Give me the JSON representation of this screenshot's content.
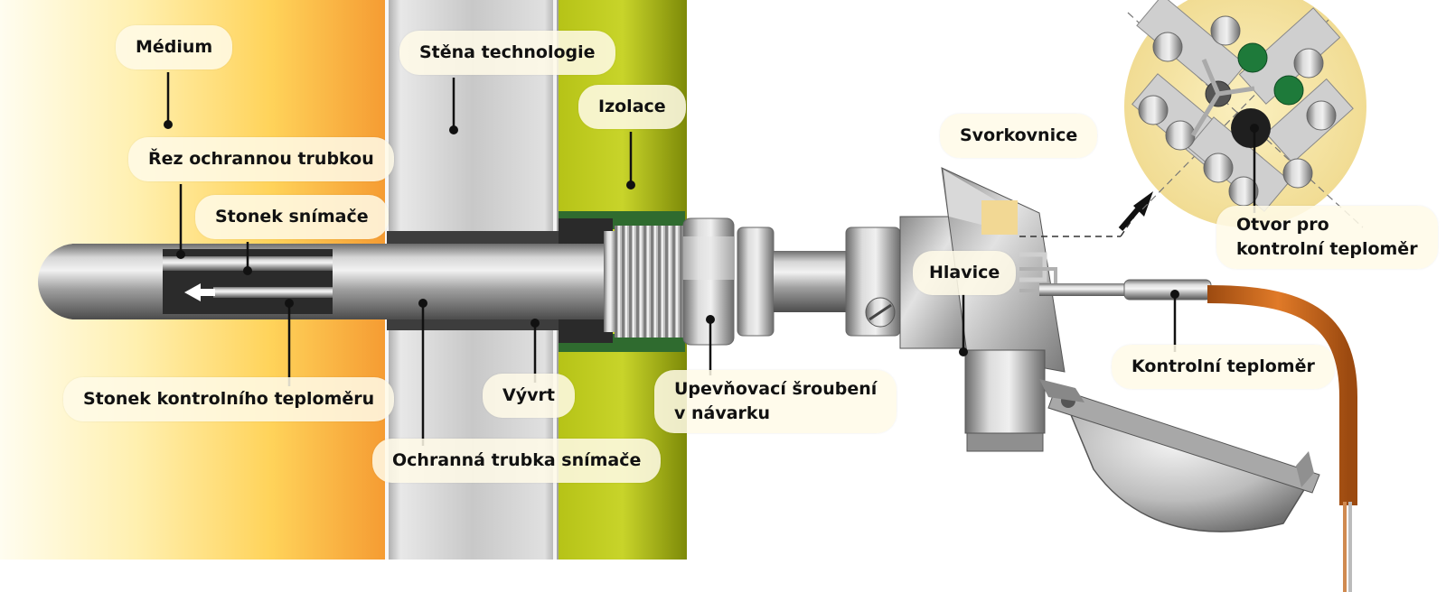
{
  "labels": {
    "medium": "Médium",
    "wall": "Stěna technologie",
    "insulation": "Izolace",
    "section": "Řez ochrannou trubkou",
    "sensor_stem": "Stonek snímače",
    "control_stem": "Stonek kontrolního teploměru",
    "bore": "Vývrt",
    "protective_tube": "Ochranná trubka snímače",
    "fitting_line1": "Upevňovací šroubení",
    "fitting_line2": "v návarku",
    "terminal_block": "Svorkovnice",
    "head": "Hlavice",
    "hole_line1": "Otvor pro",
    "hole_line2": "kontrolní teploměr",
    "control_thermometer": "Kontrolní teploměr"
  },
  "colors": {
    "medium_gradient": [
      "#fffdf0",
      "#fff0b0",
      "#ffd35a",
      "#f59b32"
    ],
    "wall": "#cfcfcf",
    "insulation": "#a6b410",
    "steel": "#9a9a9a",
    "cable": "#c86a1e",
    "terminal_screw_green": "#1e7a3a",
    "label_bg": "#fffae8"
  }
}
